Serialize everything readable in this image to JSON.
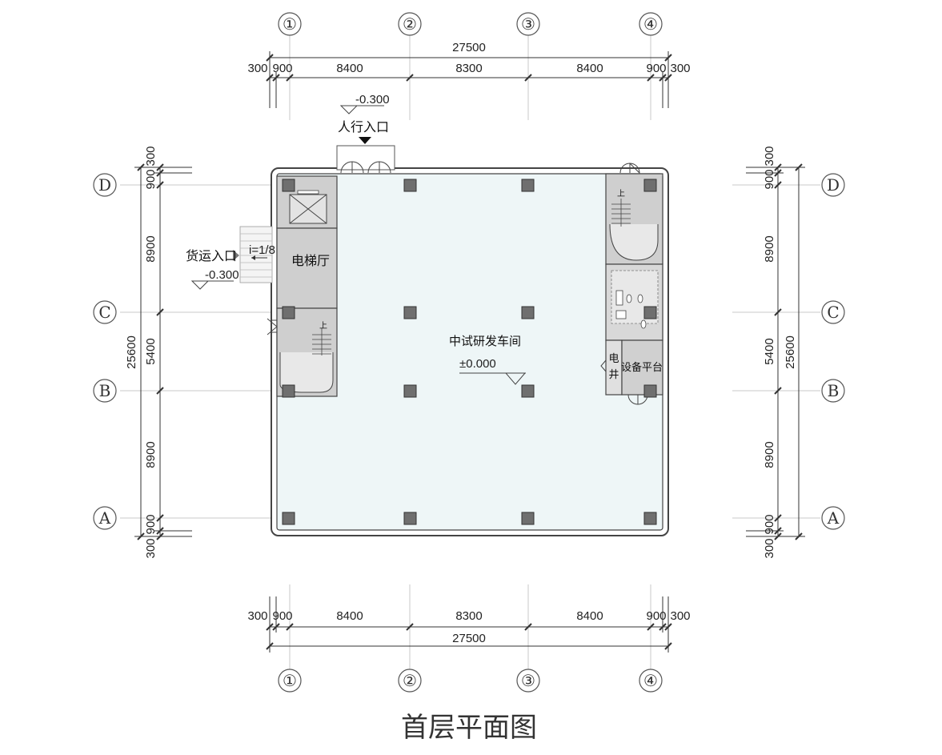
{
  "title": "首层平面图",
  "axes": {
    "columns": [
      "①",
      "②",
      "③",
      "④"
    ],
    "rows": [
      "D",
      "C",
      "B",
      "A"
    ]
  },
  "dimensions": {
    "total_width": "27500",
    "total_depth": "25600",
    "horizontal": [
      "300",
      "900",
      "8400",
      "8300",
      "8400",
      "900",
      "300"
    ],
    "vertical": [
      "300",
      "900",
      "8900",
      "5400",
      "8900",
      "900",
      "300"
    ]
  },
  "labels": {
    "pedestrian_entrance": "人行入口",
    "cargo_entrance": "货运入口",
    "elevator_hall": "电梯厅",
    "workshop": "中试研发车间",
    "floor_level": "±0.000",
    "equipment_platform": "设备平台",
    "elec_shaft_1": "电",
    "elec_shaft_2": "井",
    "stair_up": "上",
    "ramp_slope": "i=1/8",
    "level_pedestrian": "-0.300",
    "level_cargo": "-0.300"
  },
  "colors": {
    "floor_fill": "#eef6f7",
    "core_fill": "#cfcfcf",
    "column_fill": "#6f6f6f",
    "line": "#444444"
  }
}
